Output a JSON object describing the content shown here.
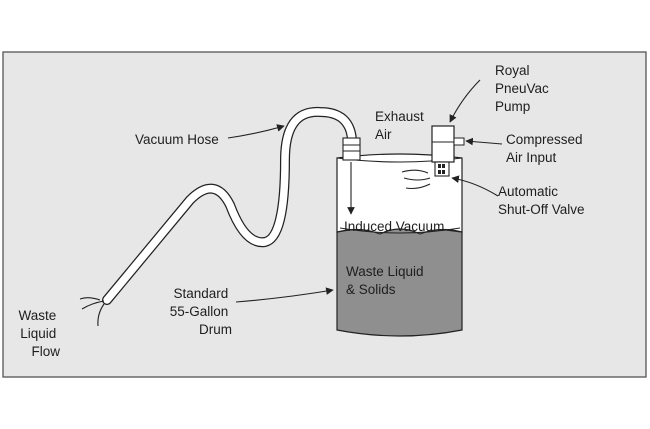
{
  "labels": {
    "royal_pump": [
      "Royal",
      "PneuVac",
      "Pump"
    ],
    "exhaust_air": [
      "Exhaust",
      "Air"
    ],
    "vacuum_hose": "Vacuum Hose",
    "compressed_air": [
      "Compressed",
      "Air Input"
    ],
    "shutoff_valve": [
      "Automatic",
      "Shut-Off Valve"
    ],
    "induced_vacuum": "Induced Vacuum",
    "waste_liquid_solids": [
      "Waste Liquid",
      "& Solids"
    ],
    "standard_drum": [
      "Standard",
      "55-Gallon",
      "Drum"
    ],
    "waste_flow": [
      "Waste",
      "Liquid",
      "Flow"
    ]
  },
  "colors": {
    "panel": "#e7e7e7",
    "drum_fill_liquid": "#8f8f8f",
    "drum_fill_air": "#ffffff",
    "stroke": "#222222"
  }
}
